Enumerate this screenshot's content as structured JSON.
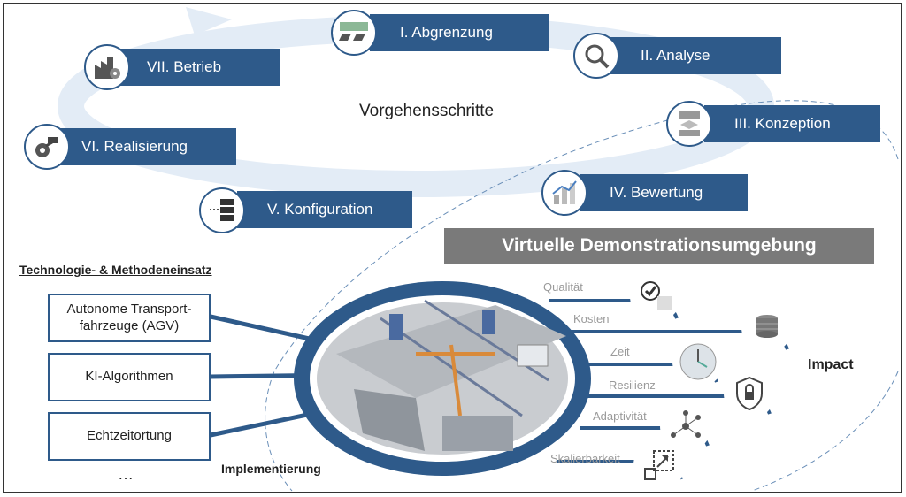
{
  "center_title": "Vorgehensschritte",
  "steps": [
    {
      "label": "I. Abgrenzung",
      "icon": "boundary-icon"
    },
    {
      "label": "II. Analyse",
      "icon": "magnifier-icon"
    },
    {
      "label": "III. Konzeption",
      "icon": "flowchart-icon"
    },
    {
      "label": "IV. Bewertung",
      "icon": "bar-chart-icon"
    },
    {
      "label": "V. Konfiguration",
      "icon": "server-network-icon"
    },
    {
      "label": "VI. Realisierung",
      "icon": "robot-arm-gear-icon"
    },
    {
      "label": "VII. Betrieb",
      "icon": "factory-gear-icon"
    }
  ],
  "banner": "Virtuelle Demonstrationsumgebung",
  "tech": {
    "title": "Technologie- & Methodeneinsatz",
    "items": [
      "Autonome Transport-\nfahrzeuge (AGV)",
      "KI-Algorithmen",
      "Echtzeitortung"
    ],
    "more": "…"
  },
  "implementation_label": "Implementierung",
  "impact_label": "Impact",
  "metrics": [
    {
      "label": "Qualität",
      "icon": "checklist-icon"
    },
    {
      "label": "Kosten",
      "icon": "coins-icon"
    },
    {
      "label": "Zeit",
      "icon": "clock-icon"
    },
    {
      "label": "Resilienz",
      "icon": "shield-lock-icon"
    },
    {
      "label": "Adaptivität",
      "icon": "network-icon"
    },
    {
      "label": "Skalierbarkeit",
      "icon": "scale-arrow-icon"
    }
  ],
  "colors": {
    "accent": "#2e5a8a",
    "banner": "#7a7a7a",
    "cycle": "#e3ecf6"
  }
}
